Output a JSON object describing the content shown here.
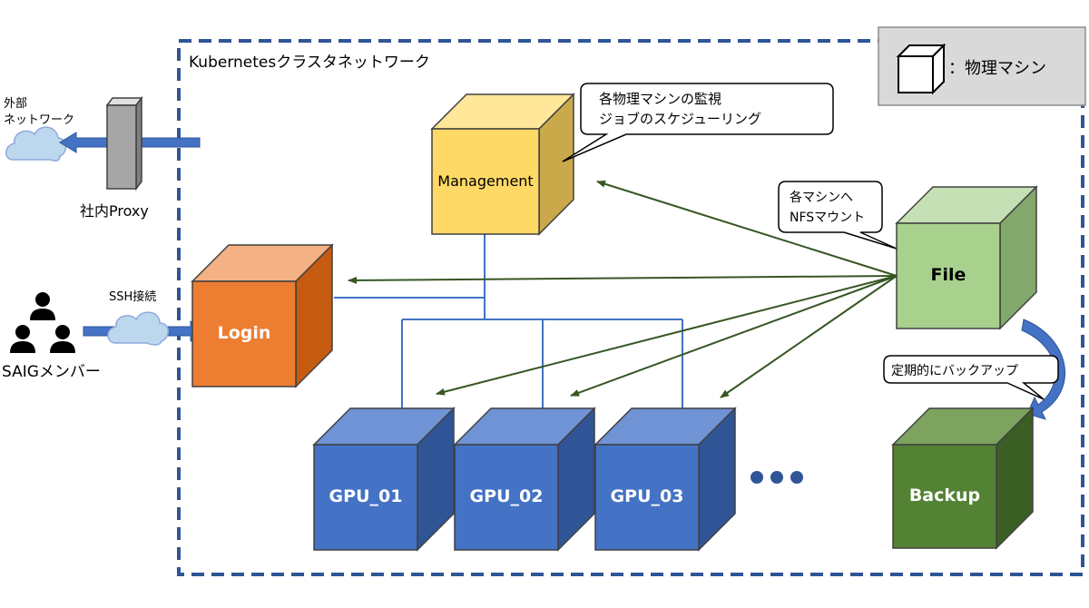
{
  "cluster": {
    "title": "Kubernetesクラスタネットワーク"
  },
  "legend": {
    "label": "：物理マシン"
  },
  "external": {
    "cloud_label_line1": "外部",
    "cloud_label_line2": "ネットワーク"
  },
  "proxy": {
    "label": "社内Proxy"
  },
  "members": {
    "label": "SAIGメンバー",
    "connection_label": "SSH接続"
  },
  "nodes": {
    "management": "Management",
    "login": "Login",
    "file": "File",
    "backup": "Backup",
    "gpu_01": "GPU_01",
    "gpu_02": "GPU_02",
    "gpu_03": "GPU_03"
  },
  "callouts": {
    "management_line1": "各物理マシンの監視",
    "management_line2": "ジョブのスケジューリング",
    "nfs_line1": "各マシンへ",
    "nfs_line2": "NFSマウント",
    "backup": "定期的にバックアップ"
  },
  "colors": {
    "management": "#FFD966",
    "login": "#ED7D31",
    "file": "#A9D18E",
    "backup": "#548235",
    "gpu": "#4472C4",
    "border": "#2F5597",
    "arrow_green": "#375623",
    "arrow_blue": "#4472C4"
  }
}
